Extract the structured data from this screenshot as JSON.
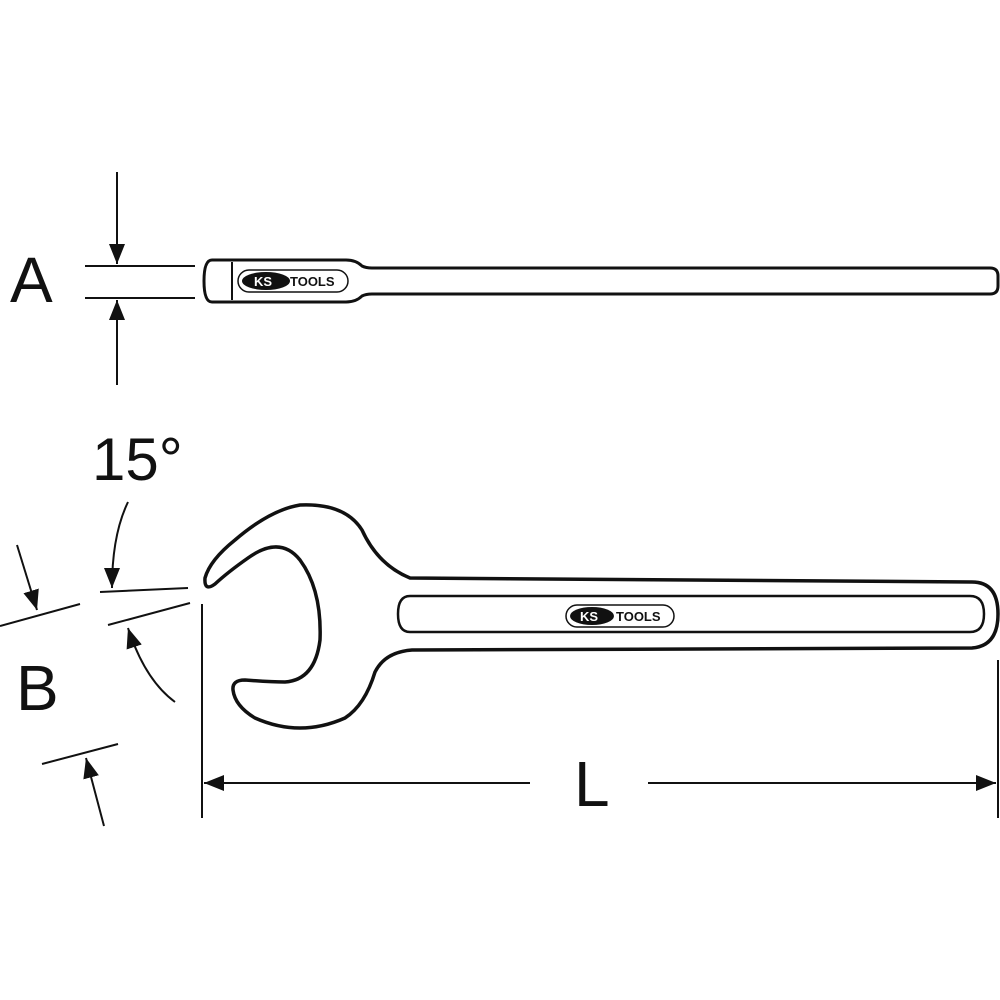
{
  "diagram": {
    "labels": {
      "thickness": "A",
      "angle": "15°",
      "width_across_flats": "B",
      "length": "L"
    },
    "brand_logo": {
      "text_ks": "KS",
      "text_tools": "TOOLS"
    },
    "colors": {
      "line": "#111111",
      "background": "#ffffff",
      "logo_fill": "#111111",
      "logo_text": "#ffffff"
    }
  }
}
